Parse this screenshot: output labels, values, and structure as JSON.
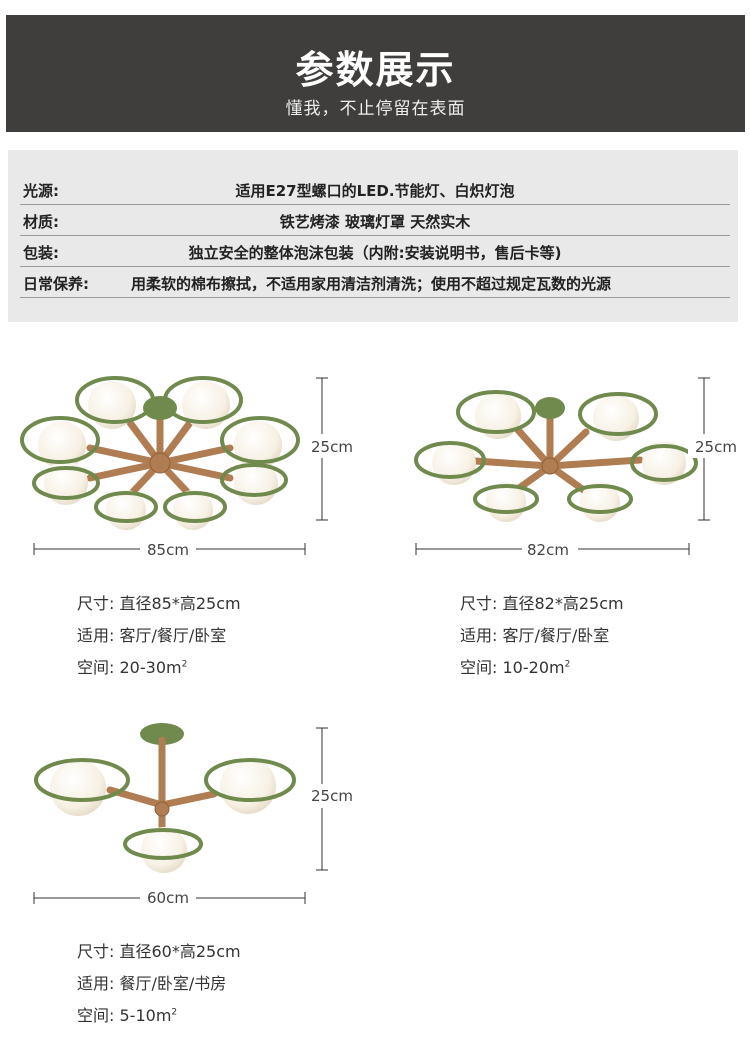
{
  "header": {
    "title": "参数展示",
    "subtitle": "懂我，不止停留在表面"
  },
  "params": [
    {
      "label": "光源:",
      "value": "适用E27型螺口的LED.节能灯、白炽灯泡"
    },
    {
      "label": "材质:",
      "value": "铁艺烤漆   玻璃灯罩  天然实木"
    },
    {
      "label": "包装:",
      "value": "独立安全的整体泡沫包装（内附:安装说明书，售后卡等)"
    },
    {
      "label": "日常保养:",
      "value": "用柔软的棉布擦拭，不适用家用清洁剂清洗；使用不超过规定瓦数的光源"
    }
  ],
  "products": [
    {
      "width_label": "85cm",
      "height_label": "25cm",
      "size_label": "尺寸:",
      "size_value": "直径85*高25cm",
      "use_label": "适用:",
      "use_value": "客厅/餐厅/卧室",
      "space_label": "空间:",
      "space_value": "20-30m",
      "space_unit": "2"
    },
    {
      "width_label": "82cm",
      "height_label": "25cm",
      "size_label": "尺寸:",
      "size_value": "直径82*高25cm",
      "use_label": "适用:",
      "use_value": "客厅/餐厅/卧室",
      "space_label": "空间:",
      "space_value": "10-20m",
      "space_unit": "2"
    },
    {
      "width_label": "60cm",
      "height_label": "25cm",
      "size_label": "尺寸:",
      "size_value": "直径60*高25cm",
      "use_label": "适用:",
      "use_value": "餐厅/卧室/书房",
      "space_label": "空间:",
      "space_value": "5-10m",
      "space_unit": "2"
    }
  ],
  "colors": {
    "header_bg": "#3f3e3c",
    "ring": "#6f8a4c",
    "wood": "#b07c52",
    "glass": "#f7f1e4"
  }
}
